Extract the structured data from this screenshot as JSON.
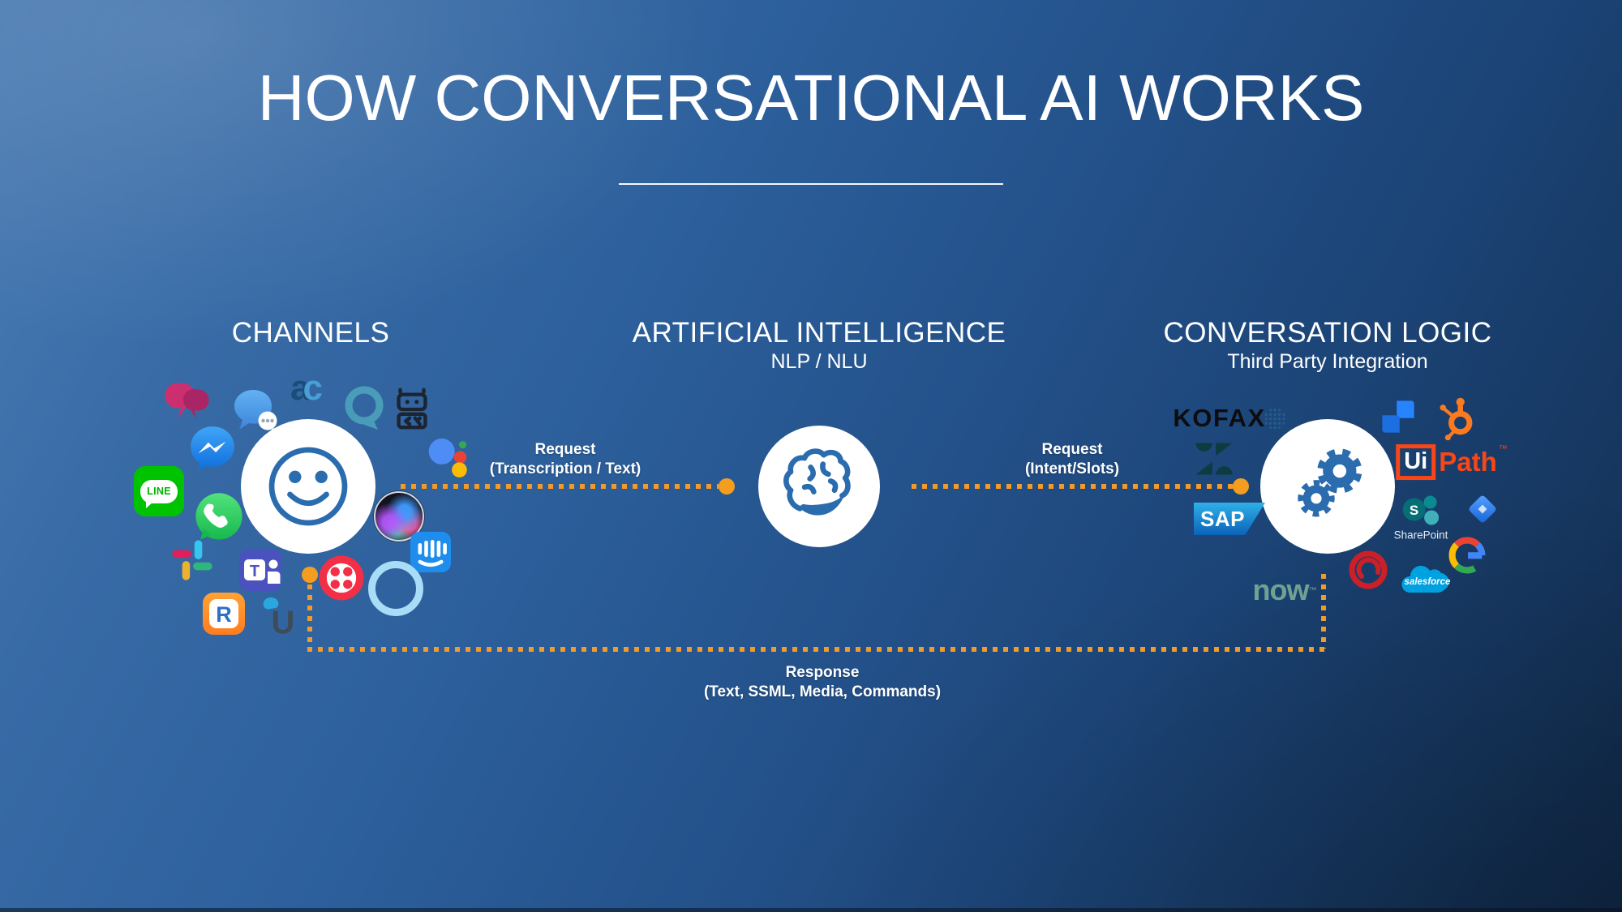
{
  "slide": {
    "title": "HOW CONVERSATIONAL AI WORKS"
  },
  "sections": {
    "channels": {
      "heading": "CHANNELS"
    },
    "ai": {
      "heading": "ARTIFICIAL INTELLIGENCE",
      "subheading": "NLP / NLU"
    },
    "logic": {
      "heading": "CONVERSATION LOGIC",
      "subheading": "Third Party Integration"
    }
  },
  "flows": {
    "request_left": {
      "title": "Request",
      "detail": "(Transcription / Text)"
    },
    "request_right": {
      "title": "Request",
      "detail": "(Intent/Slots)"
    },
    "response": {
      "title": "Response",
      "detail": "(Text, SSML, Media, Commands)"
    }
  },
  "logos": {
    "line": "LINE",
    "kofax": "KOFAX",
    "sap": "SAP",
    "uipath_box": "Ui",
    "uipath_text": "Path",
    "uipath_tm": "™",
    "sharepoint_letter": "S",
    "sharepoint_label": "SharePoint",
    "salesforce": "salesforce",
    "servicenow": "now",
    "servicenow_tm": "™",
    "audiocodes_a": "a",
    "audiocodes_c": "c",
    "teams_letter": "T",
    "ringcentral_letter": "R",
    "ujet_letter": "U"
  },
  "colors": {
    "accent_orange": "#F59D1E",
    "icon_blue": "#2A6CAE",
    "background_top_left": "#4A7BB3",
    "background_bottom_right": "#112B4C"
  },
  "icons": {
    "channels_cluster": [
      "couple-chat-bubbles-icon",
      "imessage-icon",
      "audiocodes-logo",
      "chat-pin-icon",
      "bot-icon",
      "messenger-icon",
      "google-assistant-icon",
      "line-icon",
      "whatsapp-icon",
      "siri-icon",
      "slack-icon",
      "teams-icon",
      "intercom-icon",
      "twilio-icon",
      "cortana-icon",
      "ringcentral-icon",
      "ujet-icon",
      "smiley-face-icon"
    ],
    "ai_hub": [
      "brain-icon"
    ],
    "logic_cluster": [
      "kofax-logo",
      "jira-icon",
      "hubspot-icon",
      "zendesk-icon",
      "uipath-logo",
      "sap-logo",
      "sharepoint-icon",
      "jira-diamond-icon",
      "microsoft-icon",
      "google-icon",
      "sugarcrm-icon",
      "salesforce-icon",
      "servicenow-logo",
      "gears-icon"
    ]
  }
}
